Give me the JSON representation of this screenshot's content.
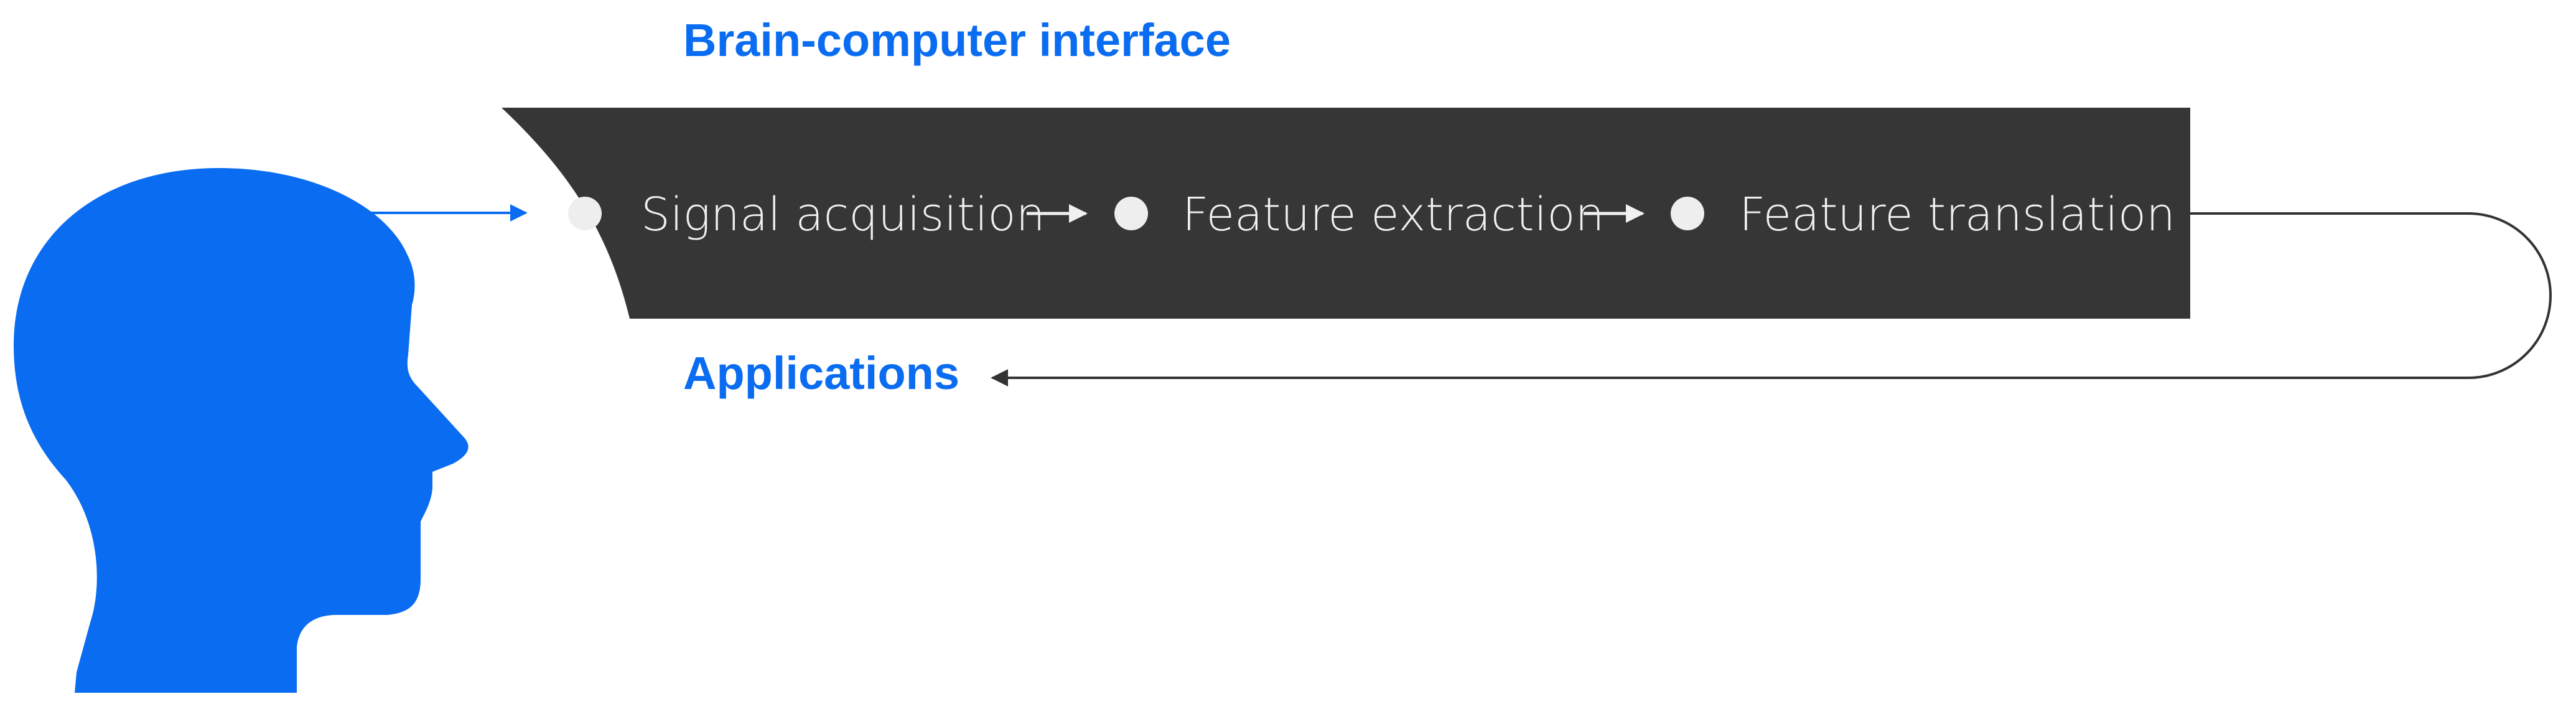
{
  "diagram": {
    "title": "Brain-computer interface",
    "stages": [
      {
        "label": "Signal acquisition"
      },
      {
        "label": "Feature extraction"
      },
      {
        "label": "Feature translation"
      }
    ],
    "output_label": "Applications",
    "colors": {
      "accent": "#0a6cf0",
      "pipeline_bg": "#363636",
      "stage_text": "#f1f1f1",
      "node_dot": "#eeeeee",
      "connector": "#333333"
    },
    "icons": {
      "head": "human-head-profile-icon"
    }
  }
}
